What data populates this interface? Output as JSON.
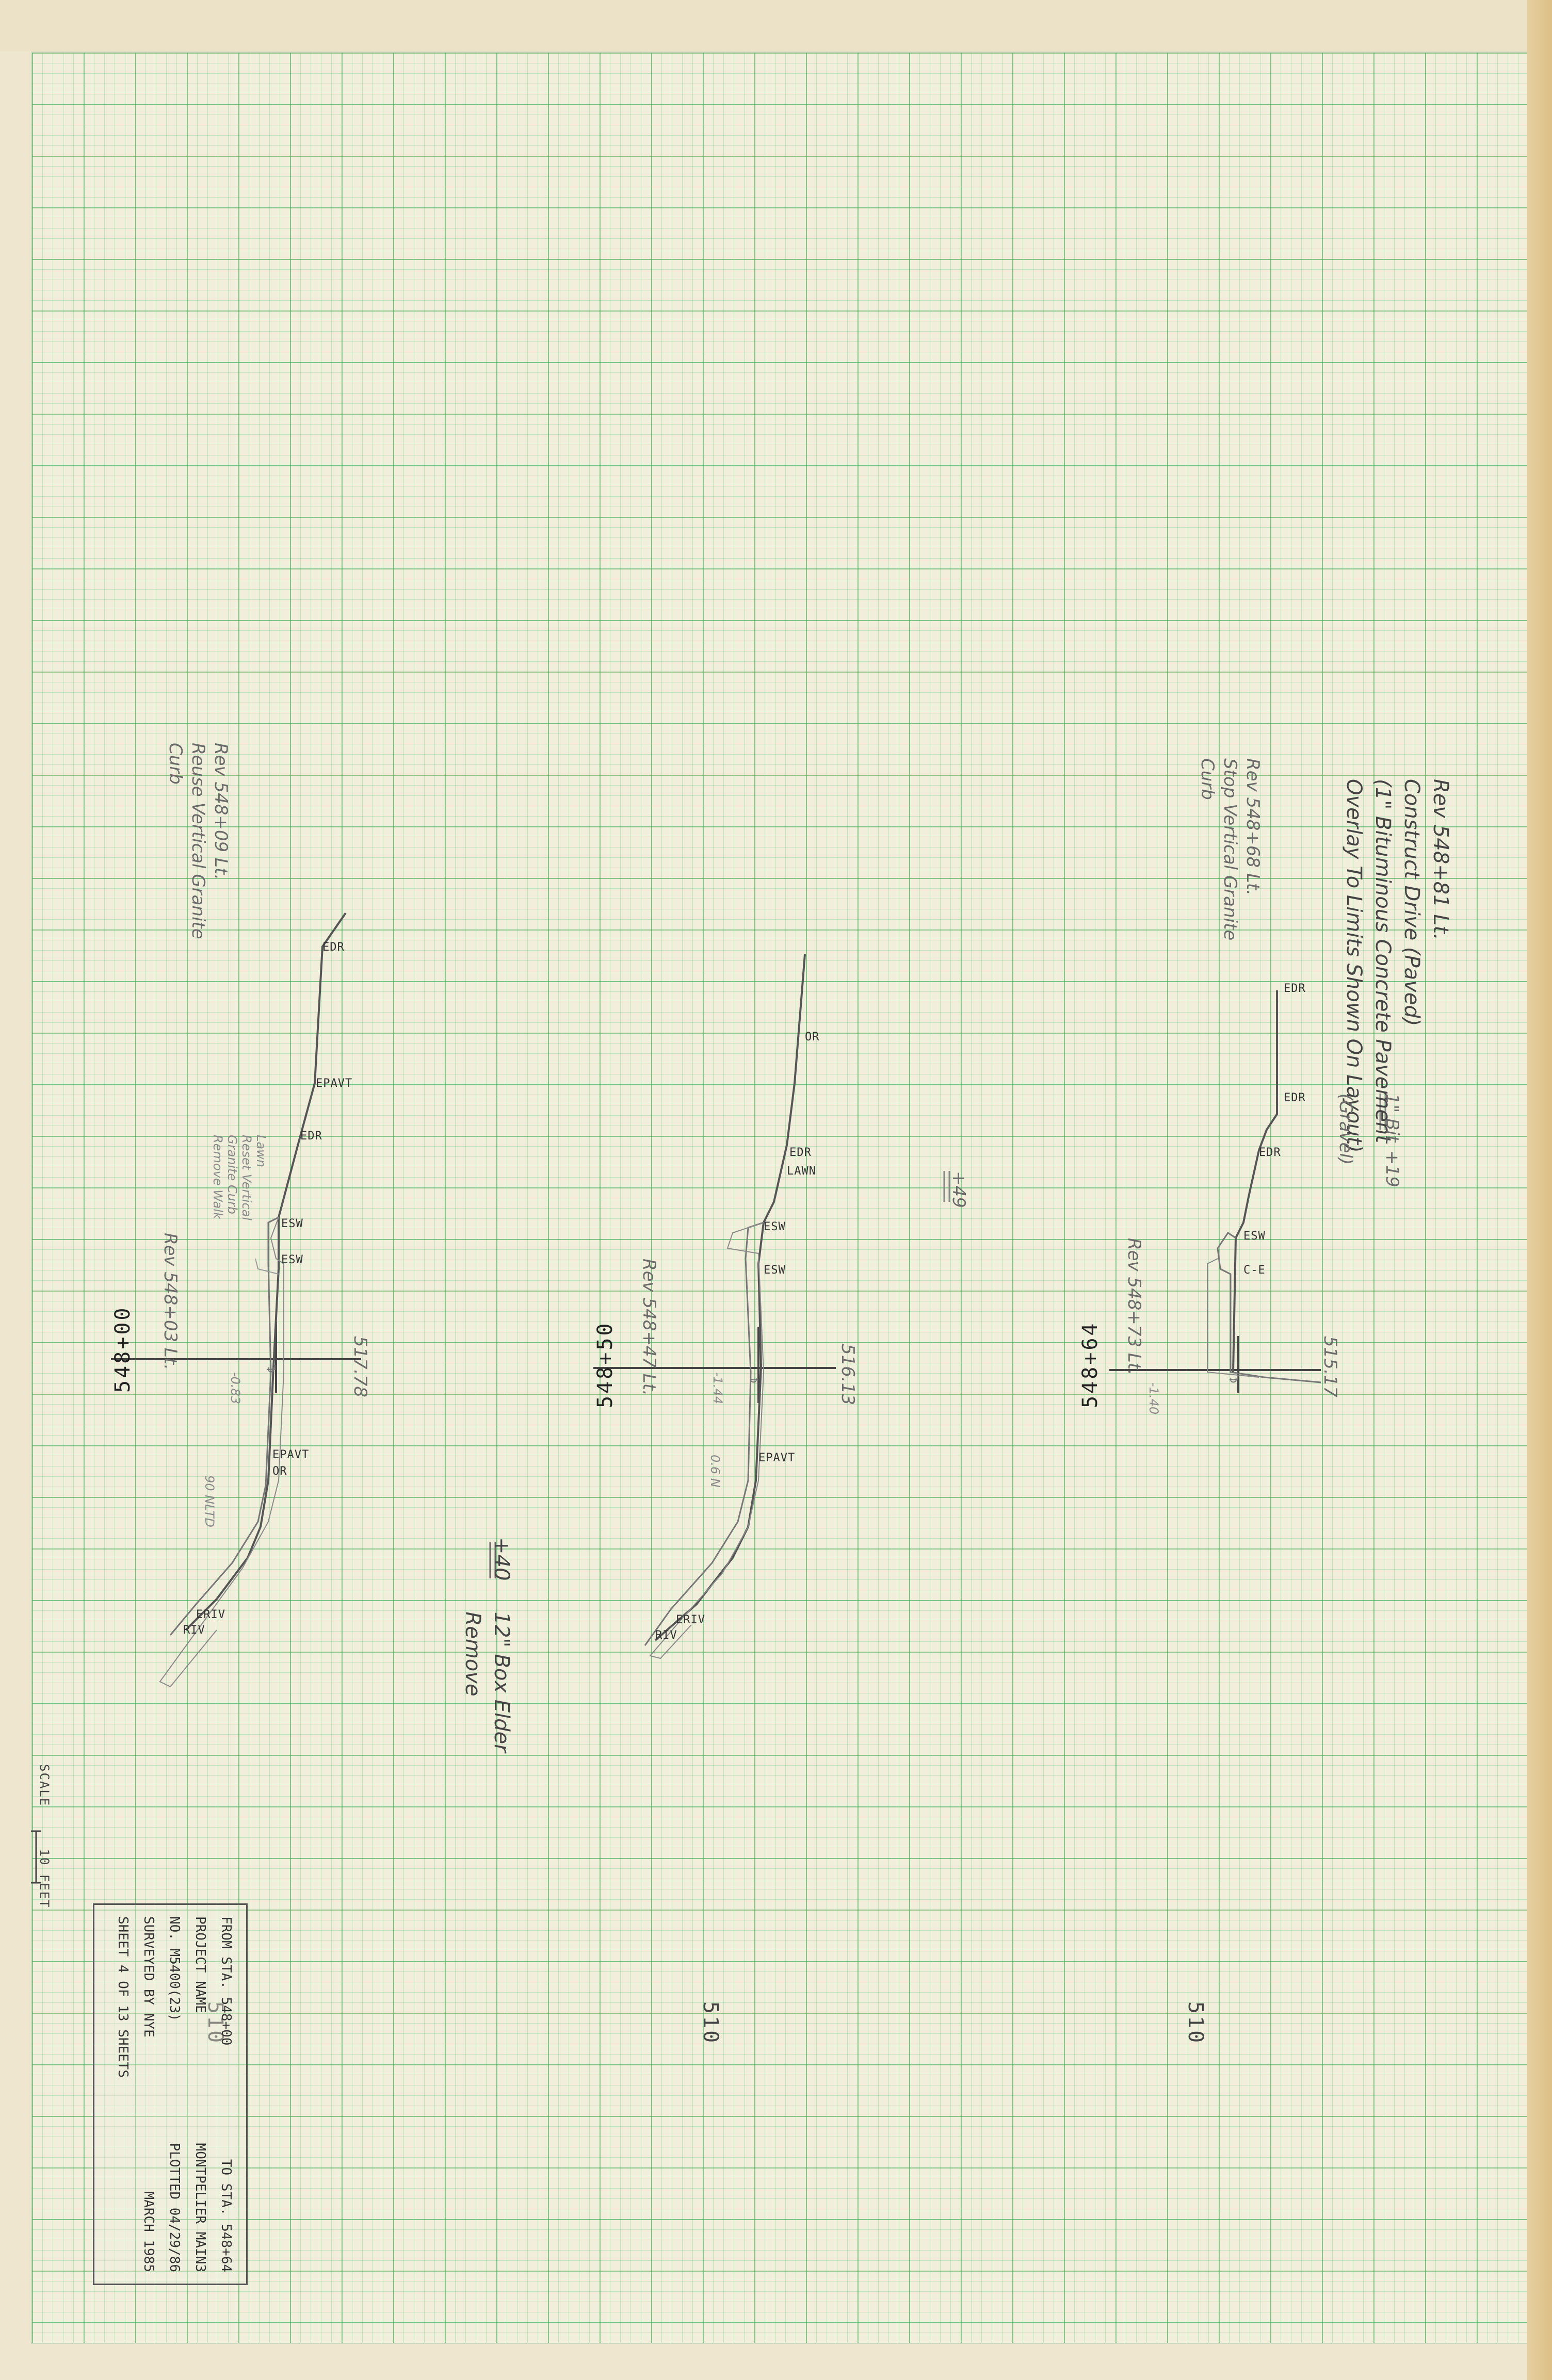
{
  "sections": [
    {
      "station": "548+00",
      "elevation": "510",
      "grade": "517.78",
      "labels": {
        "edr_top": "EDR",
        "epavt_top": "EPAVT",
        "edr_mid": "EDR",
        "esw_1": "ESW",
        "esw_2": "ESW",
        "epavt_bot": "EPAVT",
        "or_bot": "OR",
        "eriv": "ERIV",
        "riv": "RIV"
      },
      "offsets": {
        "left": "-0.83",
        "bottom": "90 NLTD"
      },
      "notes": {
        "curb": [
          "Rev 548+09 Lt.",
          "Reuse Vertical Granite",
          "Curb"
        ],
        "bottom": "Rev 548+03 Lt.",
        "small": [
          "Lawn",
          "Reset Vertical",
          "Granite Curb",
          "Remove Walk"
        ]
      }
    },
    {
      "station": "548+50",
      "elevation": "510",
      "grade": "516.13",
      "labels": {
        "or_top": "OR",
        "edr": "EDR",
        "lawn": "LAWN",
        "esw_1": "ESW",
        "esw_2": "ESW",
        "epavt": "EPAVT",
        "eriv": "ERIV",
        "riv": "RIV"
      },
      "offsets": {
        "left": "-1.44",
        "mid": "0.6 N"
      },
      "notes": {
        "rev": "Rev 548+47 Lt.",
        "side": "+49"
      }
    },
    {
      "station": "548+64",
      "elevation": "510",
      "grade": "515.17",
      "labels": {
        "edr_1": "EDR",
        "edr_2": "EDR",
        "edr_3": "EDR",
        "esw": "ESW",
        "ce": "C-E"
      },
      "offsets": {
        "left": "-1.40"
      },
      "notes": {
        "rev": "Rev 548+73 Lt.",
        "curb": [
          "Rev 548+68 Lt.",
          "Stop Vertical Granite",
          "Curb"
        ],
        "drive": [
          "Rev 548+81 Lt.",
          "Construct Drive (Paved)",
          "(1\" Bituminous Concrete Pavement",
          "Overlay To Limits Shown On Layout)"
        ],
        "gravel": "(Gravel)",
        "thickness": "1\" Bit",
        "thickness2": "+19"
      }
    }
  ],
  "tree_note": [
    "+40",
    "12\" Box Elder",
    "Remove"
  ],
  "scale": {
    "label": "SCALE",
    "text": "10 FEET"
  },
  "title_block": {
    "from_label": "FROM STA.",
    "from_value": "548+00",
    "to_label": "TO STA.",
    "to_value": "548+64",
    "project_label": "PROJECT NAME",
    "project_value": "MONTPELIER MAIN3",
    "no_label": "NO.",
    "no_value": "M5400(23)",
    "plotted_label": "PLOTTED",
    "plotted_value": "04/29/86",
    "surveyed_label": "SURVEYED BY",
    "surveyed_value": "NYE",
    "surveyed_date": "MARCH 1985",
    "sheet_label": "SHEET",
    "sheet_no": "4",
    "of_label": "OF",
    "sheet_total": "13",
    "sheets_label": "SHEETS"
  }
}
